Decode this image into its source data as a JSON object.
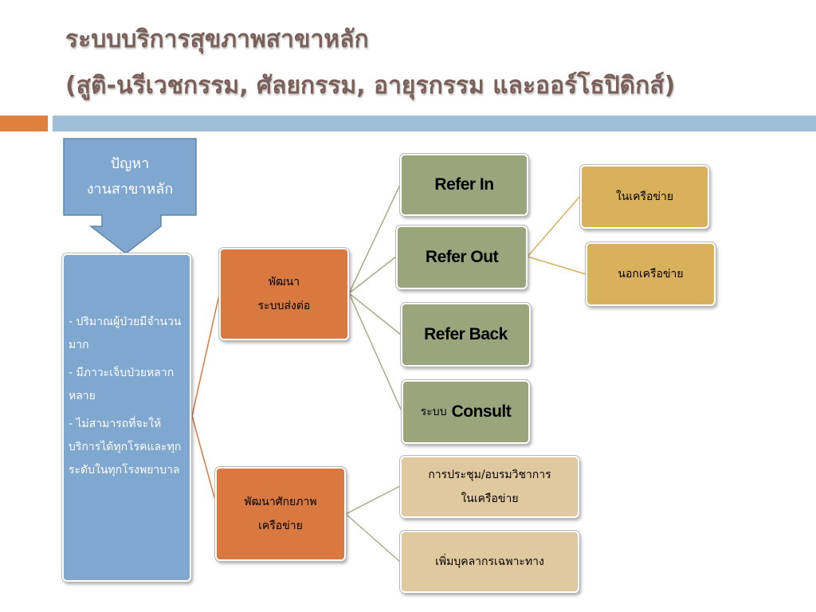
{
  "title": {
    "line1": "ระบบบริการสุขภาพสาขาหลัก",
    "line2": "(สูติ-นรีเวชกรรม, ศัลยกรรม, อายุรกรรม และออร์โธปิดิกส์)"
  },
  "problem": {
    "line1": "ปัญหา",
    "line2": "งานสาขาหลัก"
  },
  "issues": [
    "- ปริมาณผู้ป่วยมีจำนวนมาก",
    "- มีภาวะเจ็บป่วยหลากหลาย",
    "- ไม่สามารถที่จะให้บริการได้ทุกโรคและทุกระดับในทุกโรงพยาบาล"
  ],
  "nodes": {
    "develop_referral": {
      "line1": "พัฒนา",
      "line2": "ระบบส่งต่อ"
    },
    "develop_network": {
      "line1": "พัฒนาศักยภาพ",
      "line2": "เครือข่าย"
    },
    "refer_in": "Refer In",
    "refer_out": "Refer Out",
    "refer_back": "Refer Back",
    "consult_prefix": "ระบบ",
    "consult": "Consult",
    "in_network": "ในเครือข่าย",
    "out_network": "นอกเครือข่าย",
    "training": {
      "line1": "การประชุม/อบรมวิชาการ",
      "line2": "ในเครือข่าย"
    },
    "specialist": "เพิ่มบุคลากรเฉพาะทาง"
  },
  "colors": {
    "title": "#7b5f5a",
    "band_orange": "#e07f3f",
    "band_blue": "#9fbfd9",
    "blue_box": "#7fa7cf",
    "orange_box": "#d9793f",
    "green_box": "#9aa57c",
    "gold_box": "#d9b05c",
    "tan_box": "#e1c99f",
    "connector_orange": "#d9793f",
    "connector_green": "#a6ad8a",
    "connector_gold": "#d9b05c"
  }
}
